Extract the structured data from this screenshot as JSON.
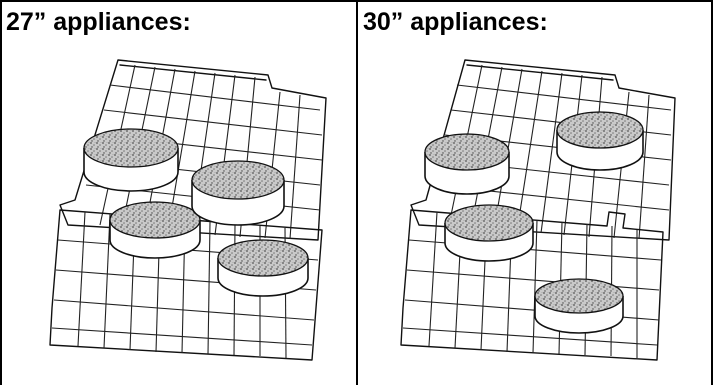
{
  "panels": [
    {
      "heading": "27” appliances:",
      "illustration": "two oven racks with four round cake pans, staggered"
    },
    {
      "heading": "30” appliances:",
      "illustration": "two oven racks with four round cake pans, alternated"
    }
  ]
}
